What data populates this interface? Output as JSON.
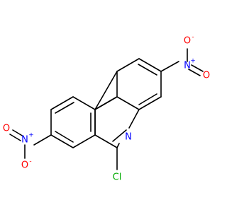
{
  "molecule": {
    "atoms": {
      "ring_n": {
        "symbol": "N",
        "color": "#0000ff"
      },
      "chlorine": {
        "symbol": "Cl",
        "color": "#00aa00"
      },
      "nitro_right_n": {
        "symbol": "N",
        "charge": "+",
        "color": "#0000ff"
      },
      "nitro_right_o_top": {
        "symbol": "O",
        "charge": "-",
        "color": "#ff0000"
      },
      "nitro_right_o_bottom": {
        "symbol": "O",
        "color": "#ff0000"
      },
      "nitro_left_n": {
        "symbol": "N",
        "charge": "+",
        "color": "#0000ff"
      },
      "nitro_left_o_top": {
        "symbol": "O",
        "color": "#ff0000"
      },
      "nitro_left_o_bottom": {
        "symbol": "O",
        "charge": "-",
        "color": "#ff0000"
      }
    }
  }
}
